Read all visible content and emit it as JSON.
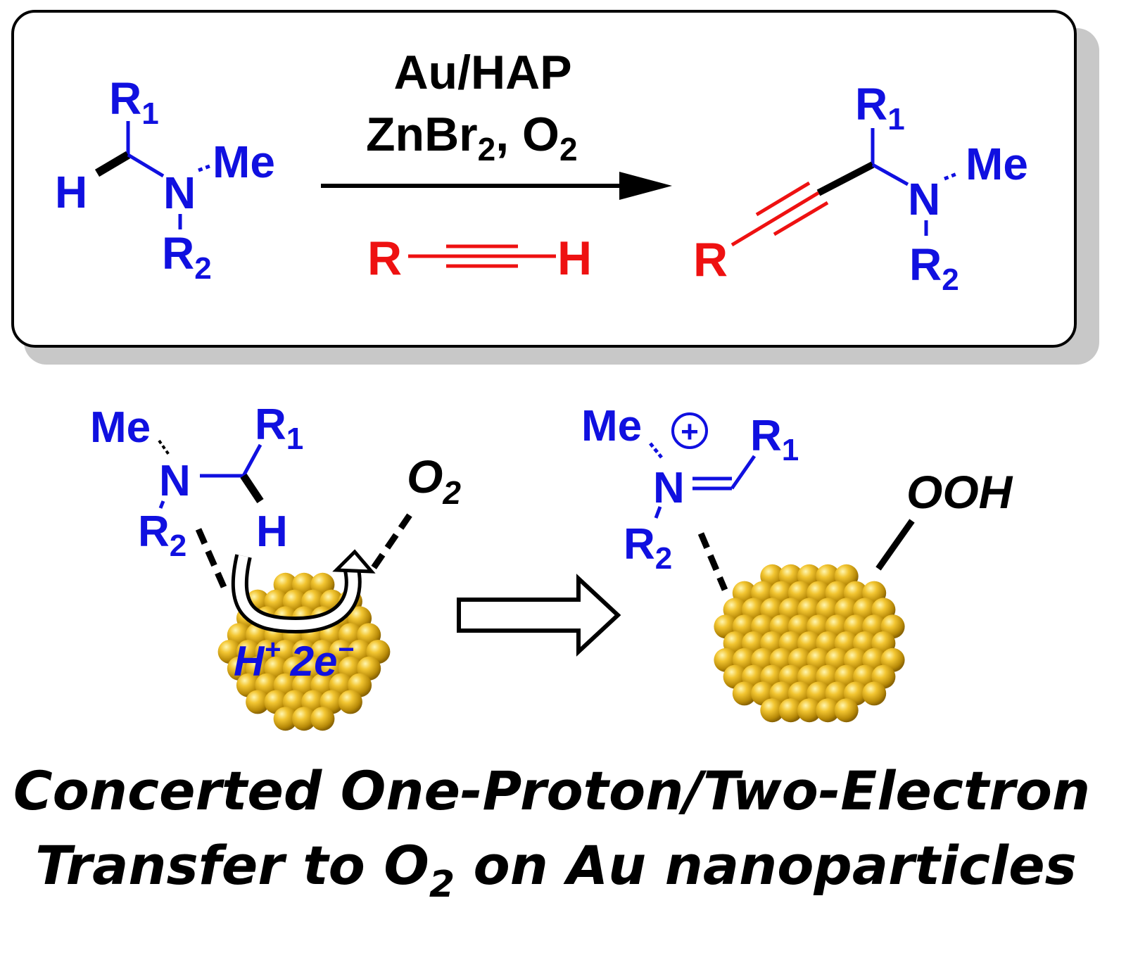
{
  "reaction": {
    "reactant": {
      "r1": "R",
      "r1_sub": "1",
      "h": "H",
      "n": "N",
      "me": "Me",
      "r2": "R",
      "r2_sub": "2"
    },
    "conditions": {
      "catalyst": "Au/HAP",
      "additive_main": "ZnBr",
      "additive_sub": "2",
      "additive_sep": ", O",
      "oxidant_sub": "2"
    },
    "alkyne": {
      "r": "R",
      "h": "H"
    },
    "product": {
      "r1": "R",
      "r1_sub": "1",
      "n": "N",
      "me": "Me",
      "r2": "R",
      "r2_sub": "2",
      "r": "R"
    }
  },
  "mechanism": {
    "left": {
      "me": "Me",
      "r1": "R",
      "r1_sub": "1",
      "n": "N",
      "r2": "R",
      "r2_sub": "2",
      "h": "H",
      "o2": "O",
      "o2_sub": "2",
      "hplus": "H",
      "hplus_sup": "+",
      "electrons": "2e",
      "electrons_sup": "−"
    },
    "right": {
      "me": "Me",
      "plus": "+",
      "n": "N",
      "r1": "R",
      "r1_sub": "1",
      "r2": "R",
      "r2_sub": "2",
      "ooh": "OOH"
    }
  },
  "caption": {
    "line1": "Concerted One-Proton/Two-Electron",
    "line2_a": "Transfer to O",
    "line2_sub": "2",
    "line2_b": " on Au nanoparticles"
  },
  "colors": {
    "heteroatom": "#1010e0",
    "alkyne": "#ee1111",
    "gold": "#d4a017"
  }
}
